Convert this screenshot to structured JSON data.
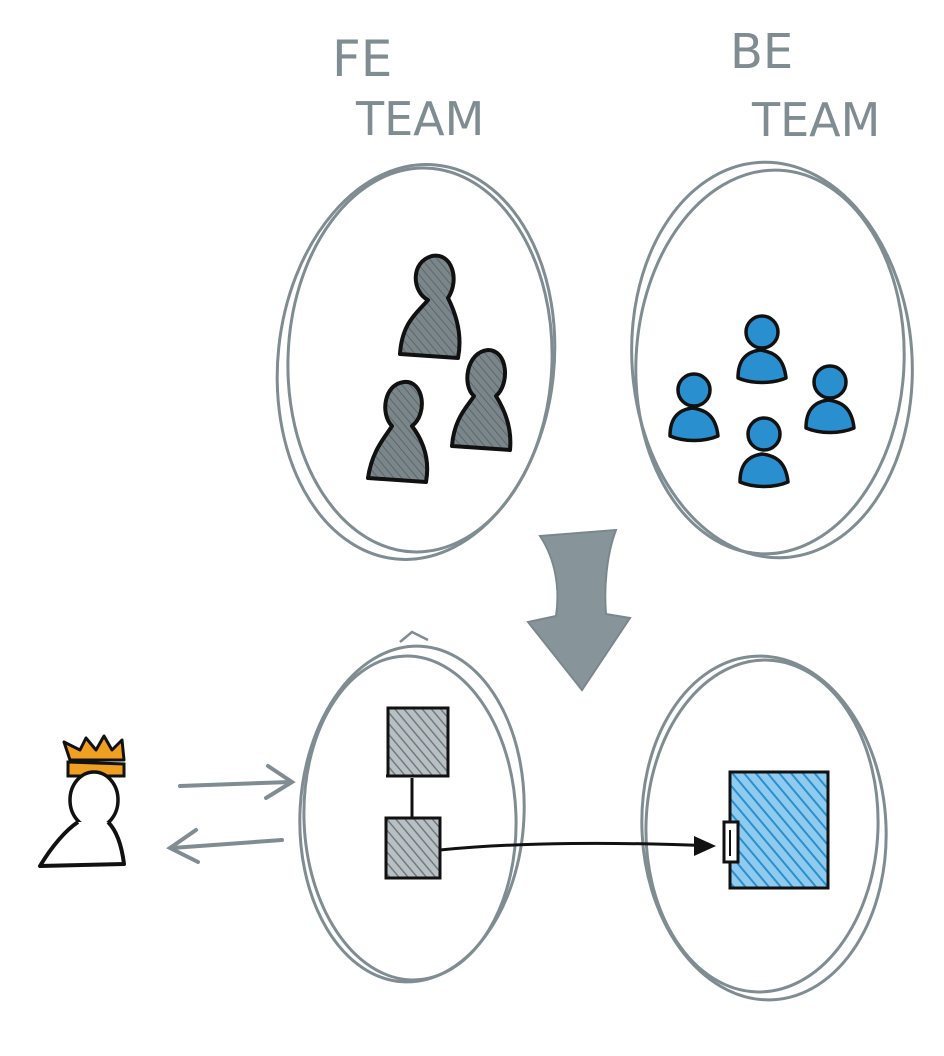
{
  "labels": {
    "fe_line1": "FE",
    "fe_line2": "TEAM",
    "be_line1": "BE",
    "be_line2": "TEAM"
  },
  "colors": {
    "outline": "#7f8c92",
    "ink": "#111111",
    "fe_person": "#707b80",
    "be_person": "#2a8fce",
    "crown": "#f0a020",
    "service_fill": "#b9c1c5",
    "database_fill": "#4aa6de"
  },
  "groups": {
    "fe_team_members": 3,
    "be_team_members": 4
  }
}
